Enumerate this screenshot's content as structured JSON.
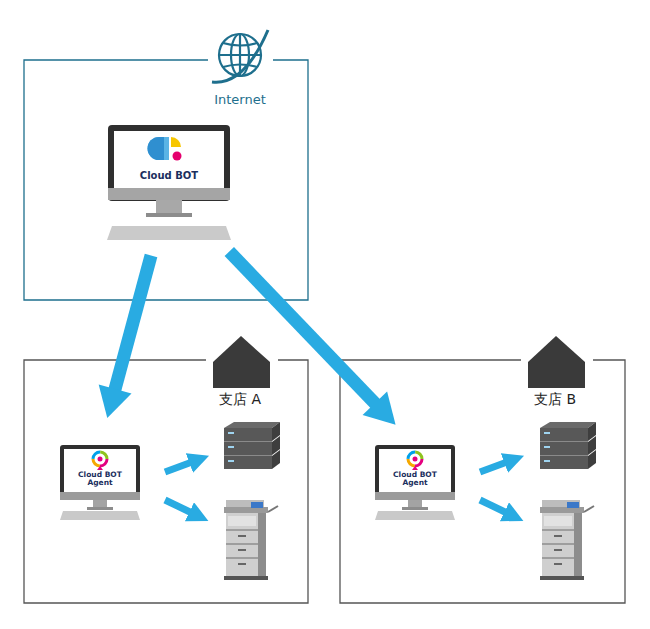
{
  "diagram": {
    "nodes": [
      {
        "text": [
          "Internet"
        ]
      },
      {
        "text": [
          "Cloud BOT"
        ],
        "in": 0
      },
      {
        "text": [
          "支店 A"
        ]
      },
      {
        "text": [
          "Cloud BOT Agent"
        ],
        "in": 2
      },
      {
        "text": [
          "支店 B"
        ]
      },
      {
        "text": [
          "Cloud BOT Agent"
        ],
        "in": 4
      }
    ],
    "edges": [
      {
        "from": 1,
        "to": 3,
        "arrow": "to"
      },
      {
        "from": 1,
        "to": 5,
        "arrow": "to"
      }
    ]
  }
}
